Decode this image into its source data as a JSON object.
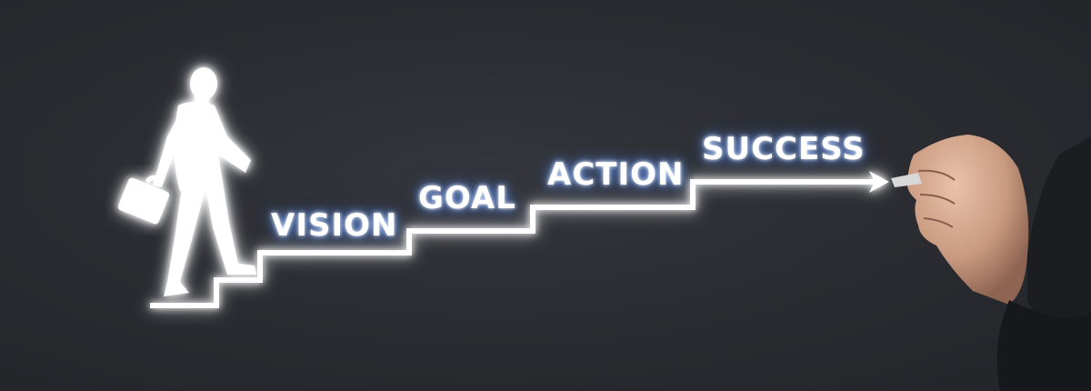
{
  "steps": [
    {
      "label": "VISION"
    },
    {
      "label": "GOAL"
    },
    {
      "label": "ACTION"
    },
    {
      "label": "SUCCESS"
    }
  ],
  "colors": {
    "background": "#2a2c31",
    "glow": "#6ea0ff",
    "line": "#ffffff"
  },
  "icons": {
    "figure": "businessman-climbing-icon",
    "briefcase": "briefcase-icon",
    "arrow": "arrow-right-icon",
    "hand": "hand-with-marker-icon"
  }
}
